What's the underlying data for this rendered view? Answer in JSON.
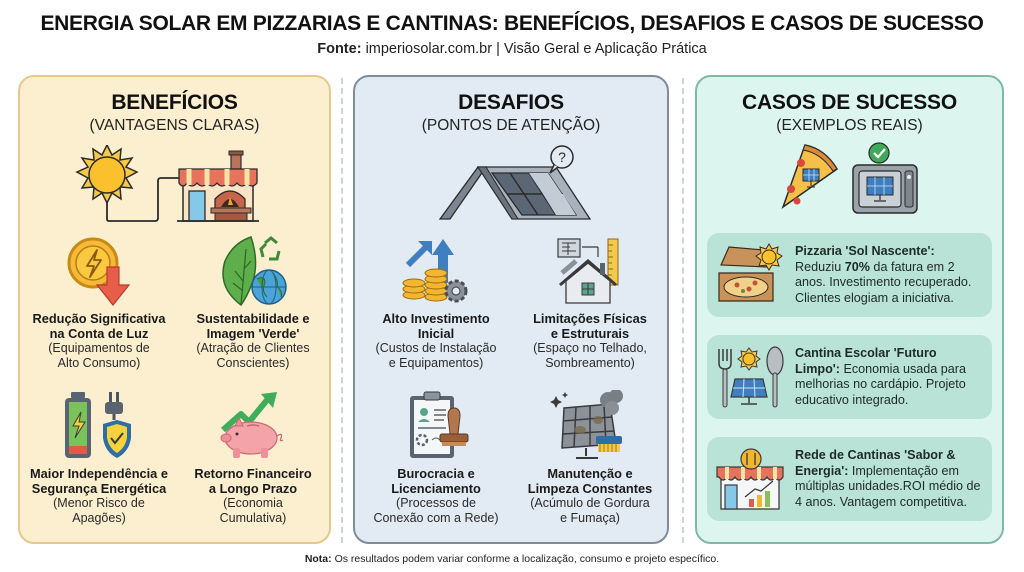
{
  "header": {
    "title": "ENERGIA SOLAR EM PIZZARIAS E CANTINAS: BENEFÍCIOS, DESAFIOS E CASOS DE SUCESSO",
    "source_label": "Fonte:",
    "source_text": "imperiosolar.com.br | Visão Geral e Aplicação Prática"
  },
  "colors": {
    "benefits_bg": "#fcefd0",
    "benefits_border": "#e5c98c",
    "challenges_bg": "#e2eaf3",
    "challenges_border": "#7f8c99",
    "cases_bg": "#dcf5ee",
    "cases_border": "#7fb8a4",
    "case_card_bg": "#b9e3d6"
  },
  "benefits": {
    "title": "BENEFÍCIOS",
    "subtitle": "(VANTAGENS CLARAS)",
    "hero_icon": "sun-powering-pizzeria-icon",
    "items": [
      {
        "icon": "bolt-coin-down-arrow-icon",
        "title_1": "Redução Significativa",
        "title_2": "na Conta de Luz",
        "desc_1": "(Equipamentos de",
        "desc_2": "Alto Consumo)"
      },
      {
        "icon": "leaf-recycle-globe-icon",
        "title_1": "Sustentabilidade e",
        "title_2": "Imagem 'Verde'",
        "desc_1": "(Atração de Clientes",
        "desc_2": "Conscientes)"
      },
      {
        "icon": "battery-plug-shield-icon",
        "title_1": "Maior Independência e",
        "title_2": "Segurança Energética",
        "desc_1": "(Menor Risco de",
        "desc_2": "Apagões)"
      },
      {
        "icon": "piggy-bank-growth-icon",
        "title_1": "Retorno Financeiro",
        "title_2": "a Longo Prazo",
        "desc_1": "(Economia",
        "desc_2": "Cumulativa)"
      }
    ]
  },
  "challenges": {
    "title": "DESAFIOS",
    "subtitle": "(PONTOS DE ATENÇÃO)",
    "hero_icon": "roof-solar-question-icon",
    "items": [
      {
        "icon": "coins-arrows-gear-icon",
        "title_1": "Alto Investimento",
        "title_2": "Inicial",
        "desc_1": "(Custos de Instalação",
        "desc_2": "e Equipamentos)"
      },
      {
        "icon": "house-blueprint-ruler-icon",
        "title_1": "Limitações Físicas",
        "title_2": "e Estruturais",
        "desc_1": "(Espaço no Telhado,",
        "desc_2": "Sombreamento)"
      },
      {
        "icon": "clipboard-stamp-icon",
        "title_1": "Burocracia e",
        "title_2": "Licenciamento",
        "desc_1": "(Processos de",
        "desc_2": "Conexão com a Rede)"
      },
      {
        "icon": "dirty-panel-brush-icon",
        "title_1": "Manutenção e",
        "title_2": "Limpeza Constantes",
        "desc_1": "(Acúmulo de Gordura",
        "desc_2": "e Fumaça)"
      }
    ]
  },
  "cases": {
    "title": "CASOS DE SUCESSO",
    "subtitle": "(EXEMPLOS REAIS)",
    "hero_icon": "pizza-slice-and-solar-oven-check-icon",
    "items": [
      {
        "icon": "pizza-box-sun-icon",
        "name": "Pizzaria 'Sol Nascente':",
        "text_a": "Reduziu ",
        "highlight": "70%",
        "text_b": " da fatura em 2 anos. Investimento recuperado. Clientes elogiam a iniciativa."
      },
      {
        "icon": "fork-spoon-solar-icon",
        "name": "Cantina Escolar 'Futuro Limpo':",
        "text_a": " Economia usada para melhorias no cardápio. Projeto educativo integrado.",
        "highlight": "",
        "text_b": ""
      },
      {
        "icon": "storefront-growth-chart-icon",
        "name": "Rede de Cantinas 'Sabor & Energia':",
        "text_a": " Implementação em múltiplas unidades.ROI médio de 4 anos. Vantagem competitiva.",
        "highlight": "",
        "text_b": ""
      }
    ]
  },
  "footer": {
    "note_label": "Nota:",
    "note_text": " Os resultados podem variar conforme a localização, consumo e projeto específico."
  }
}
